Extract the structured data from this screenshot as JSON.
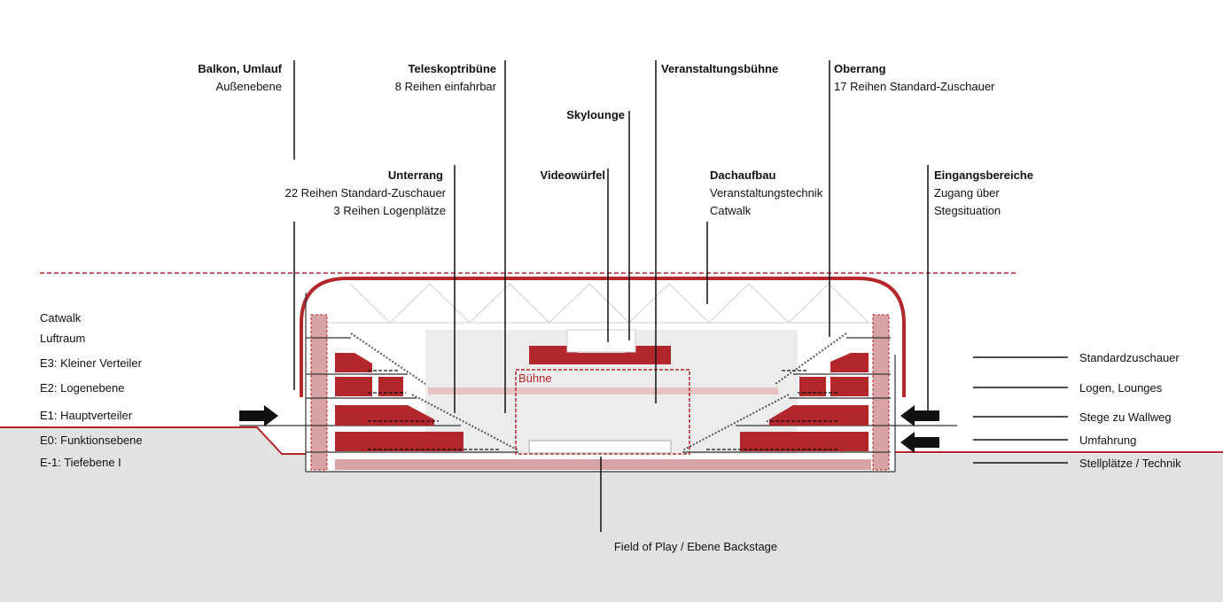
{
  "colors": {
    "red": "#b3262b",
    "light_red": "#d9a3a5",
    "ground": "#e2e2e2",
    "line": "#111111"
  },
  "top_labels": {
    "balkon": {
      "title": "Balkon, Umlauf",
      "lines": [
        "Außenebene"
      ]
    },
    "teleskop": {
      "title": "Teleskoptribüne",
      "lines": [
        "8 Reihen einfahrbar"
      ]
    },
    "skylounge": {
      "title": "Skylounge"
    },
    "veranstaltung": {
      "title": "Veranstaltungsbühne"
    },
    "oberrang": {
      "title": "Oberrang",
      "lines": [
        "17 Reihen Standard-Zuschauer"
      ]
    },
    "unterrang": {
      "title": "Unterrang",
      "lines": [
        "22 Reihen Standard-Zuschauer",
        "3 Reihen Logenplätze"
      ]
    },
    "videowuerfel": {
      "title": "Videowürfel"
    },
    "dachaufbau": {
      "title": "Dachaufbau",
      "lines": [
        "Veranstaltungstechnik",
        "Catwalk"
      ]
    },
    "eingang": {
      "title": "Eingangsbereiche",
      "lines": [
        "Zugang über",
        "Stegsituation"
      ]
    }
  },
  "left_levels": [
    "Catwalk",
    "Luftraum",
    "E3: Kleiner Verteiler",
    "E2: Logenebene",
    "E1: Hauptverteiler",
    "E0: Funktionsebene",
    "E-1: Tiefebene I"
  ],
  "right_labels": [
    "Standardzuschauer",
    "Logen, Lounges",
    "Stege zu Wallweg",
    "Umfahrung",
    "Stellplätze / Technik"
  ],
  "stage_label": "Bühne",
  "bottom_label": "Field of Play / Ebene Backstage"
}
